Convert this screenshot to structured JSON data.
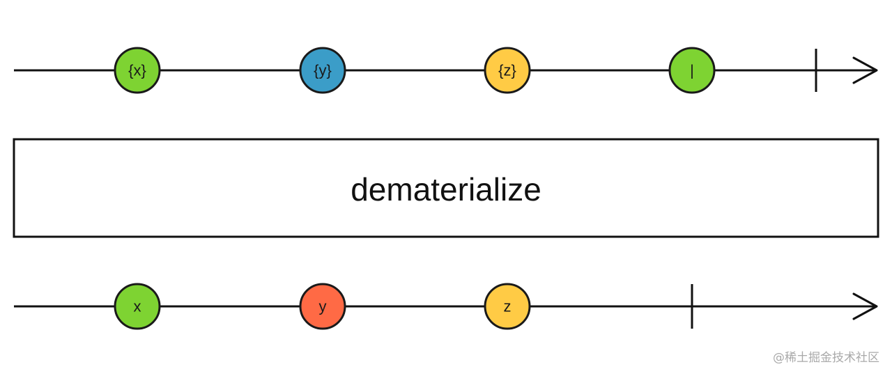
{
  "source_timeline": {
    "marbles": [
      {
        "label": "{x}",
        "color": "#7ed332"
      },
      {
        "label": "{y}",
        "color": "#3b9dc8"
      },
      {
        "label": "{z}",
        "color": "#ffcb45"
      },
      {
        "label": "|",
        "color": "#7ed332"
      }
    ],
    "has_completion": true
  },
  "operator": {
    "label": "dematerialize"
  },
  "result_timeline": {
    "marbles": [
      {
        "label": "x",
        "color": "#7ed332"
      },
      {
        "label": "y",
        "color": "#ff6a45"
      },
      {
        "label": "z",
        "color": "#ffcb45"
      }
    ],
    "has_completion": true
  },
  "colors": {
    "line": "#111111",
    "marble_stroke": "#1a1a1a"
  },
  "watermark": {
    "text": "@稀土掘金技术社区"
  }
}
